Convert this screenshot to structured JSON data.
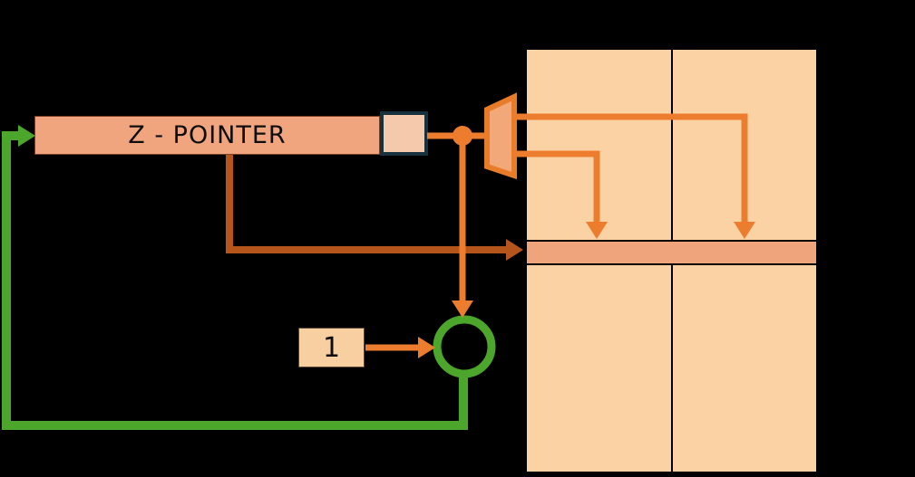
{
  "diagram": {
    "title_hint": "Z-pointer to program memory increment diagram",
    "z_pointer_label": "Z - POINTER",
    "lsb_cell_value": "",
    "increment_constant": "1"
  },
  "colors": {
    "background": "#000000",
    "orange_line": "#ED7D2E",
    "orange_dark_edge": "#E87C28",
    "trapezoid_fill": "#F2A879",
    "rust_line": "#B5541B",
    "green_line": "#4CA62C",
    "memory_fill": "#FAD2A4",
    "memory_border": "#000000",
    "selected_row_fill": "#EFA47C",
    "z_pointer_fill": "#F0A57E",
    "lsb_fill": "#F5C9AC",
    "lsb_border": "#18313F",
    "one_box_fill": "#F8CFA1",
    "text": "#0d0d0d"
  }
}
